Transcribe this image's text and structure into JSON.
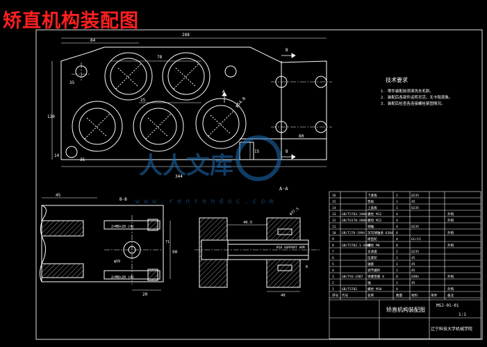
{
  "header": {
    "title": "矫直机构装配图"
  },
  "watermark": {
    "brand": "人人文库",
    "url": "w w w . r e n r e n d o c . c o m"
  },
  "top_view": {
    "dims": {
      "overall_width": "288",
      "left_part": "84",
      "bottom_width": "344",
      "right_80": "80",
      "right_15": "15",
      "d78": "78",
      "d25": "25",
      "d35": "35",
      "d14": "14",
      "height_120": "120",
      "d35b": "35",
      "angle": "φ54.8"
    },
    "view_marker_a": "A",
    "view_marker_b": "B",
    "section_label": "A-A"
  },
  "tech_req": {
    "title": "技术要求",
    "items": [
      "1. 零件装配前须清洗去毛刺。",
      "2. 装配后各部件运转灵活，无卡阻现象。",
      "3. 装配后检查各连接螺栓紧固情况。"
    ]
  },
  "section_bb": {
    "label": "B-B",
    "dims": {
      "d45": "45",
      "d90": "90",
      "d20": "20",
      "d59": "φ59",
      "d71": "71"
    },
    "thread_upper": "2×M8×20 (4)",
    "thread_lower": "2×M8×20 (4)"
  },
  "section_aa": {
    "dims": {
      "d405": "40.5",
      "d40": "40",
      "d6": "6",
      "d37": "φ37.5"
    },
    "thread": "M18 SUPPORT ARM"
  },
  "parts_list": {
    "rows": [
      [
        "16",
        "",
        "下底板",
        "1",
        "Q235",
        "",
        ""
      ],
      [
        "15",
        "",
        "垫板",
        "1",
        "45",
        "",
        ""
      ],
      [
        "14",
        "",
        "上盖板",
        "1",
        "Q235",
        "",
        ""
      ],
      [
        "13",
        "GB/T5783-1986",
        "螺栓 M12",
        "4",
        "",
        "",
        "外购"
      ],
      [
        "12",
        "GB/T6170-2000",
        "螺母 M12",
        "4",
        "",
        "",
        "外购"
      ],
      [
        "11",
        "",
        "销轴",
        "4",
        "Q235",
        "",
        ""
      ],
      [
        "10",
        "GB/T276-1994",
        "深沟球轴承 6304",
        "8",
        "",
        "",
        "外购"
      ],
      [
        "9",
        "",
        "矫直轮",
        "4",
        "GCr15",
        "",
        ""
      ],
      [
        "8",
        "GB/T5782.1-2000",
        "螺栓 M8",
        "8",
        "",
        "",
        "外购"
      ],
      [
        "7",
        "",
        "支承座",
        "2",
        "Q235",
        "",
        ""
      ],
      [
        "6",
        "",
        "压紧轮",
        "1",
        "45",
        "",
        ""
      ],
      [
        "5",
        "",
        "轴套",
        "1",
        "45",
        "",
        ""
      ],
      [
        "4",
        "",
        "调节螺杆",
        "1",
        "45",
        "",
        ""
      ],
      [
        "3",
        "GB/T93-1987",
        "弹簧垫圈 8",
        "8",
        "65Mn",
        "",
        "外购"
      ],
      [
        "2",
        "",
        "轴",
        "1",
        "45",
        "",
        ""
      ],
      [
        "1",
        "GB/T5782",
        "螺栓 M10",
        "4",
        "",
        "",
        "外购"
      ]
    ],
    "header": [
      "序号",
      "代号",
      "名称",
      "数量",
      "材料",
      "单件",
      "备注"
    ]
  },
  "title_block": {
    "drawing_name": "矫直机构装配图",
    "drawing_number": "MSJ-01-01",
    "scale": "1:1",
    "organization": "辽宁科技大学机械学院"
  }
}
